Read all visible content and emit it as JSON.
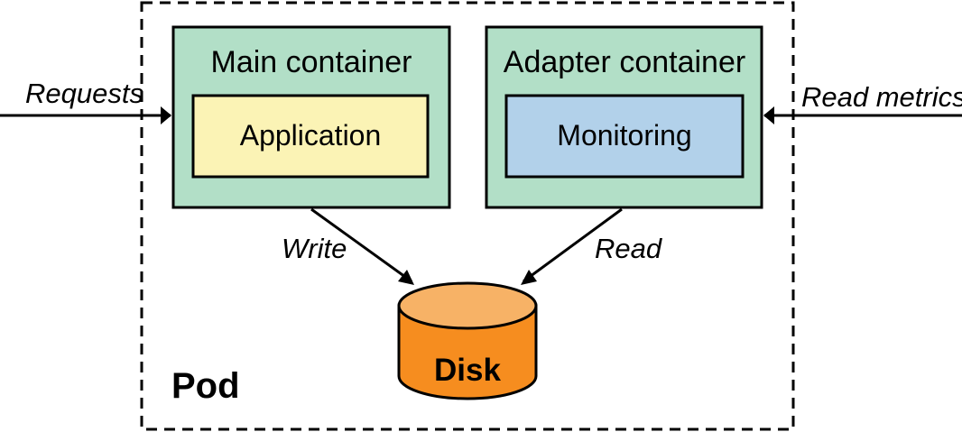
{
  "diagram": {
    "pod_label": "Pod",
    "main_container": {
      "title": "Main container",
      "inner": "Application"
    },
    "adapter_container": {
      "title": "Adapter container",
      "inner": "Monitoring"
    },
    "disk_label": "Disk",
    "arrows": {
      "requests": "Requests",
      "read_metrics": "Read metrics",
      "write": "Write",
      "read": "Read"
    },
    "colors": {
      "container_fill": "#b2dfc7",
      "application_fill": "#fbf3b5",
      "monitoring_fill": "#b2d1ea",
      "disk_fill": "#f68d1f",
      "disk_top": "#f7b266",
      "stroke": "#000000"
    }
  }
}
